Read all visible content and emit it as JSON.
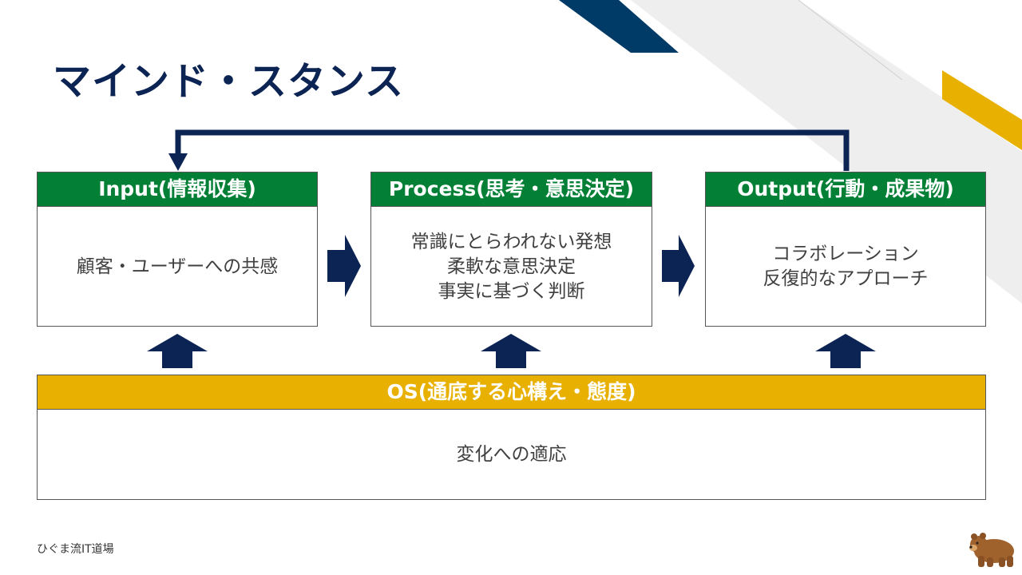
{
  "title": "マインド・スタンス",
  "boxes": [
    {
      "header": "Input(情報収集)",
      "lines": [
        "顧客・ユーザーへの共感"
      ]
    },
    {
      "header": "Process(思考・意思決定)",
      "lines": [
        "常識にとらわれない発想",
        "柔軟な意思決定",
        "事実に基づく判断"
      ]
    },
    {
      "header": "Output(行動・成果物)",
      "lines": [
        "コラボレーション",
        "反復的なアプローチ"
      ]
    }
  ],
  "os": {
    "header": "OS(通底する心構え・態度)",
    "body": "変化への適応"
  },
  "footer": "ひぐま流IT道場",
  "colors": {
    "title": "#0b2454",
    "box_header": "#038036",
    "os_header": "#e8b000",
    "arrow": "#0b2454",
    "deco_navy": "#003a66",
    "deco_gold": "#e8b000",
    "deco_gray": "#eeeeee"
  },
  "icons": {
    "mascot": "bear-icon"
  }
}
